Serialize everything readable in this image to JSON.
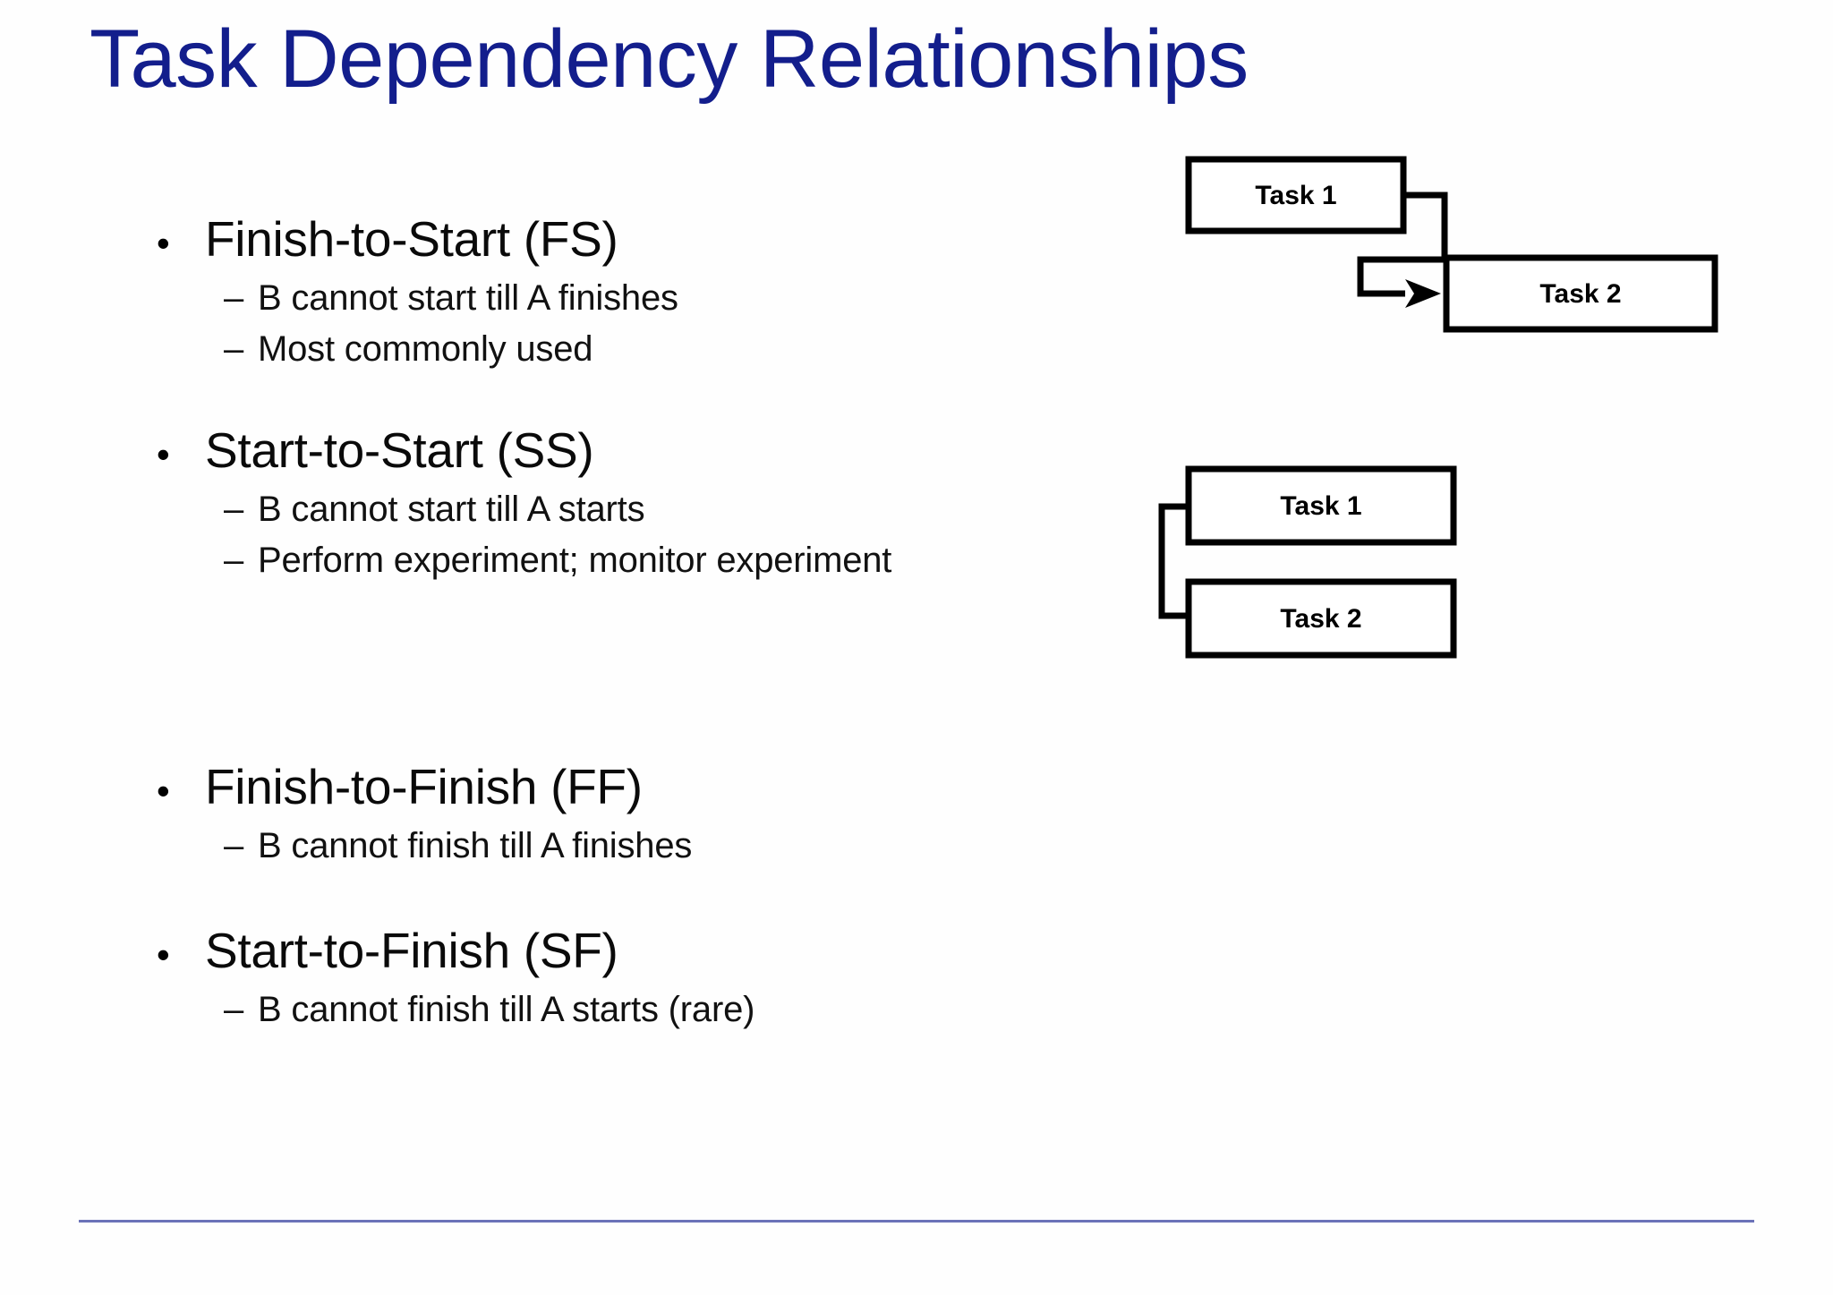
{
  "slide": {
    "title": "Task Dependency Relationships",
    "title_color": "#131e8c",
    "background_color": "#fefefe",
    "footer_rule_color": "#6b72b8"
  },
  "bullets": [
    {
      "marker": "•",
      "label": "Finish-to-Start (FS)",
      "sub": [
        {
          "marker": "–",
          "label": "B cannot start till A finishes"
        },
        {
          "marker": "–",
          "label": "Most commonly used"
        }
      ]
    },
    {
      "marker": "•",
      "label": "Start-to-Start (SS)",
      "sub": [
        {
          "marker": "–",
          "label": "B cannot start till A starts"
        },
        {
          "marker": "–",
          "label": "Perform experiment; monitor experiment"
        }
      ]
    },
    {
      "marker": "•",
      "label": "Finish-to-Finish (FF)",
      "sub": [
        {
          "marker": "–",
          "label": "B cannot finish till A finishes"
        }
      ]
    },
    {
      "marker": "•",
      "label": "Start-to-Finish (SF)",
      "sub": [
        {
          "marker": "–",
          "label": "B cannot finish till A starts (rare)"
        }
      ]
    }
  ],
  "diagrams": {
    "fs": {
      "name": "finish-to-start-diagram",
      "task1_label": "Task 1",
      "task2_label": "Task 2",
      "stroke_color": "#000000",
      "fill_color": "#ffffff"
    },
    "ss": {
      "name": "start-to-start-diagram",
      "task1_label": "Task 1",
      "task2_label": "Task 2",
      "stroke_color": "#000000",
      "fill_color": "#ffffff"
    }
  }
}
